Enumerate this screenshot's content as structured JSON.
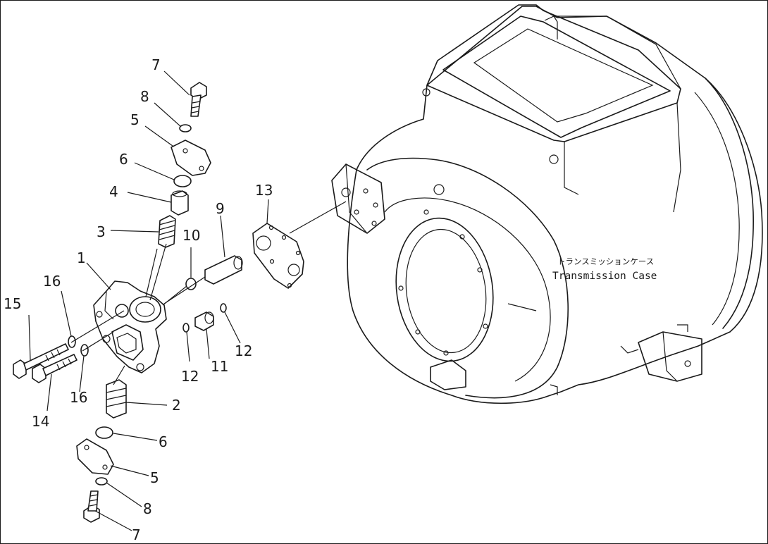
{
  "case_label": {
    "japanese": "トランスミッションケース",
    "english": "Transmission  Case"
  },
  "callouts": {
    "c1": "1",
    "c2": "2",
    "c3": "3",
    "c4": "4",
    "c5_top": "5",
    "c5_bottom": "5",
    "c6_top": "6",
    "c6_bottom": "6",
    "c7_top": "7",
    "c7_bottom": "7",
    "c8_top": "8",
    "c8_bottom": "8",
    "c9": "9",
    "c10": "10",
    "c11": "11",
    "c12_left": "12",
    "c12_right": "12",
    "c13": "13",
    "c14": "14",
    "c15": "15",
    "c16_top": "16",
    "c16_bottom": "16"
  }
}
